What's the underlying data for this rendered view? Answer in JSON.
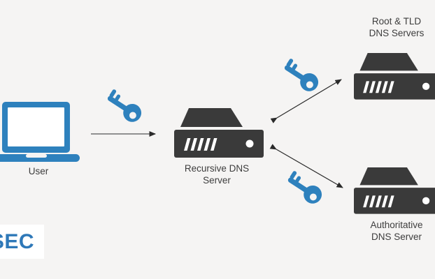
{
  "title": "DNSSEC DNS resolution diagram",
  "colors": {
    "canvas_bg": "#f5f4f3",
    "icon_blue": "#2e81bd",
    "server_dark": "#3a3a3a",
    "label_text": "#3d3d3d",
    "arrow_dark": "#2a2a2a",
    "arrow_gray": "#6f6f6f",
    "logo_text": "#2e78b8",
    "logo_bg": "#ffffff"
  },
  "nodes": {
    "user": {
      "label": "User",
      "icon": "laptop-icon"
    },
    "recursive_server": {
      "label_line1": "Recursive DNS",
      "label_line2": "Server",
      "icon": "server-icon"
    },
    "root_tld_servers": {
      "label_line1": "Root & TLD",
      "label_line2": "DNS Servers",
      "icon": "server-icon"
    },
    "authoritative_server": {
      "label_line1": "Authoritative",
      "label_line2": "DNS Server",
      "icon": "server-icon"
    }
  },
  "connections": [
    {
      "from": "user",
      "to": "recursive_server",
      "style": "single-arrow",
      "badge": "key-icon"
    },
    {
      "from": "recursive_server",
      "to": "root_tld_servers",
      "style": "double-arrow",
      "badge": "key-icon"
    },
    {
      "from": "recursive_server",
      "to": "authoritative_server",
      "style": "double-arrow",
      "badge": "key-icon"
    }
  ],
  "logo": {
    "text": "SEC"
  }
}
